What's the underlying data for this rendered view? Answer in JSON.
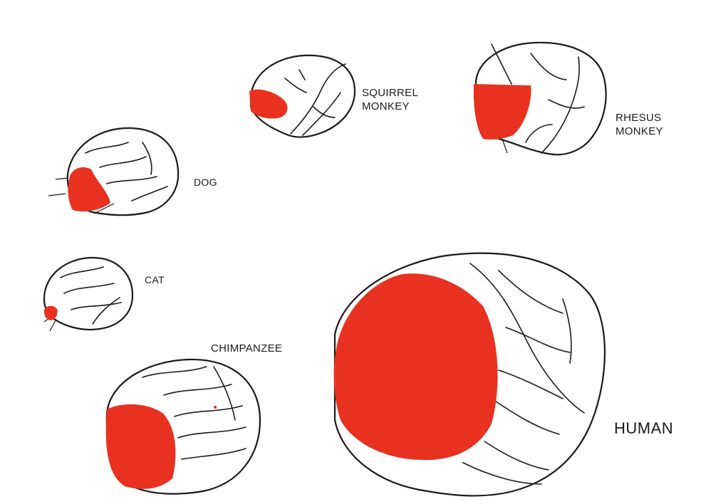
{
  "title": "",
  "colors": {
    "prefrontal_highlight": "#e8321f",
    "outline": "#1a1a1a",
    "background": "#ffffff"
  },
  "brains": [
    {
      "id": "squirrel-monkey",
      "label_line1": "SQUIRREL",
      "label_line2": "MONKEY"
    },
    {
      "id": "rhesus-monkey",
      "label_line1": "RHESUS",
      "label_line2": "MONKEY"
    },
    {
      "id": "dog",
      "label_line1": "DOG"
    },
    {
      "id": "cat",
      "label_line1": "CAT"
    },
    {
      "id": "chimpanzee",
      "label_line1": "CHIMPANZEE"
    },
    {
      "id": "human",
      "label_line1": "HUMAN"
    }
  ]
}
